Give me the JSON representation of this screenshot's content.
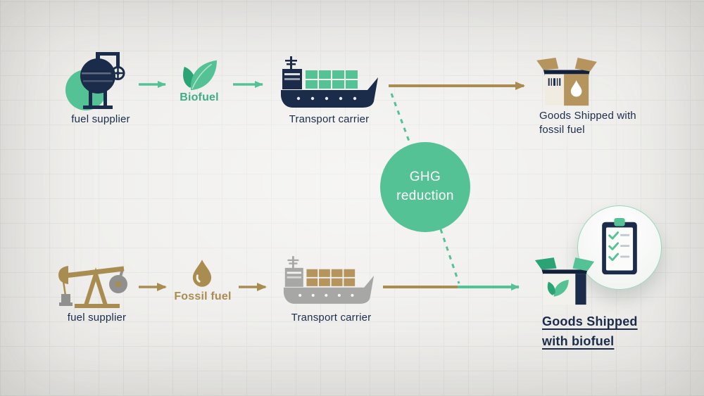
{
  "colors": {
    "navy": "#1b2b4a",
    "green": "#55c295",
    "green_dark": "#2aa375",
    "tan": "#a98d50",
    "tan_light": "#b5955d",
    "gray": "#a7a7a5",
    "bg": "#ebeae7"
  },
  "top_flow": {
    "supplier_label": "fuel supplier",
    "fuel_label": "Biofuel",
    "carrier_label": "Transport carrier",
    "goods_label_line1": "Goods Shipped with",
    "goods_label_line2": "fossil fuel"
  },
  "bottom_flow": {
    "supplier_label": "fuel supplier",
    "fuel_label": "Fossil fuel",
    "carrier_label": "Transport carrier",
    "goods_label_line1": "Goods Shipped",
    "goods_label_line2": "with biofuel"
  },
  "center": {
    "ghg_label_line1": "GHG",
    "ghg_label_line2": "reduction"
  },
  "icons": {
    "refinery-tank-icon": "sphere storage tank with valve wheel, navy on green circle",
    "biofuel-leaves-icon": "two green leaves",
    "container-ship-biofuel-icon": "navy container ship with green containers",
    "fossil-goods-box-icon": "open shipping box with oil droplet and barcode",
    "ghg-reduction-circle": "green circle label",
    "oil-pumpjack-icon": "tan oil pump jack",
    "fossil-fuel-droplet-icon": "tan oil droplet",
    "container-ship-fossil-icon": "gray container ship with tan containers",
    "biofuel-goods-box-icon": "open shipping box with green leaves",
    "checklist-clipboard-icon": "clipboard with green checkmarks in circle badge"
  }
}
